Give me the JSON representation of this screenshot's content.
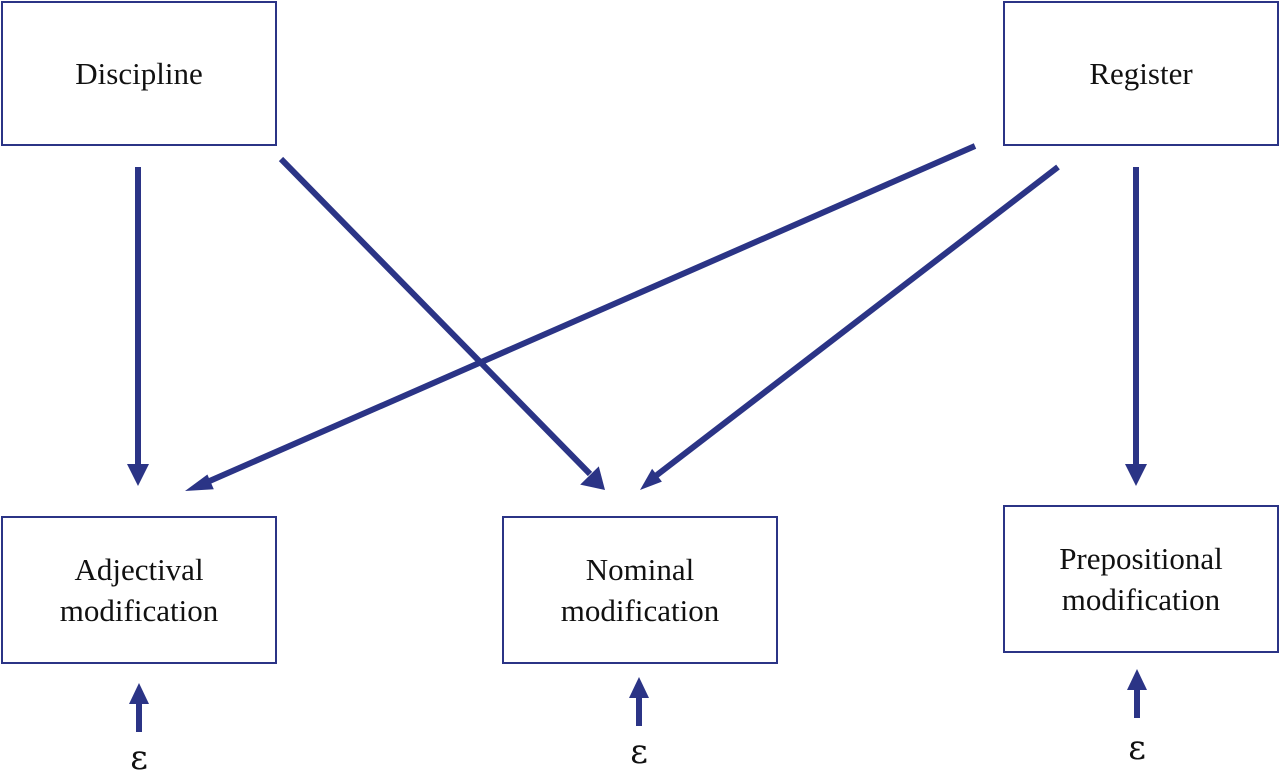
{
  "diagram": {
    "nodes": {
      "discipline": {
        "label": "Discipline"
      },
      "register": {
        "label": "Register"
      },
      "adjectival": {
        "line1": "Adjectival",
        "line2": "modification"
      },
      "nominal": {
        "line1": "Nominal",
        "line2": "modification"
      },
      "prepositional": {
        "line1": "Prepositional",
        "line2": "modification"
      }
    },
    "error_terms": {
      "adjectival": "ε",
      "nominal": "ε",
      "prepositional": "ε"
    },
    "edges": [
      {
        "from": "Discipline",
        "to": "Adjectival modification"
      },
      {
        "from": "Discipline",
        "to": "Nominal modification"
      },
      {
        "from": "Register",
        "to": "Adjectival modification"
      },
      {
        "from": "Register",
        "to": "Nominal modification"
      },
      {
        "from": "Register",
        "to": "Prepositional modification"
      },
      {
        "from": "ε",
        "to": "Adjectival modification"
      },
      {
        "from": "ε",
        "to": "Nominal modification"
      },
      {
        "from": "ε",
        "to": "Prepositional modification"
      }
    ],
    "colors": {
      "arrow": "#2b3486",
      "box_border": "#2b3486",
      "text": "#111111"
    }
  }
}
